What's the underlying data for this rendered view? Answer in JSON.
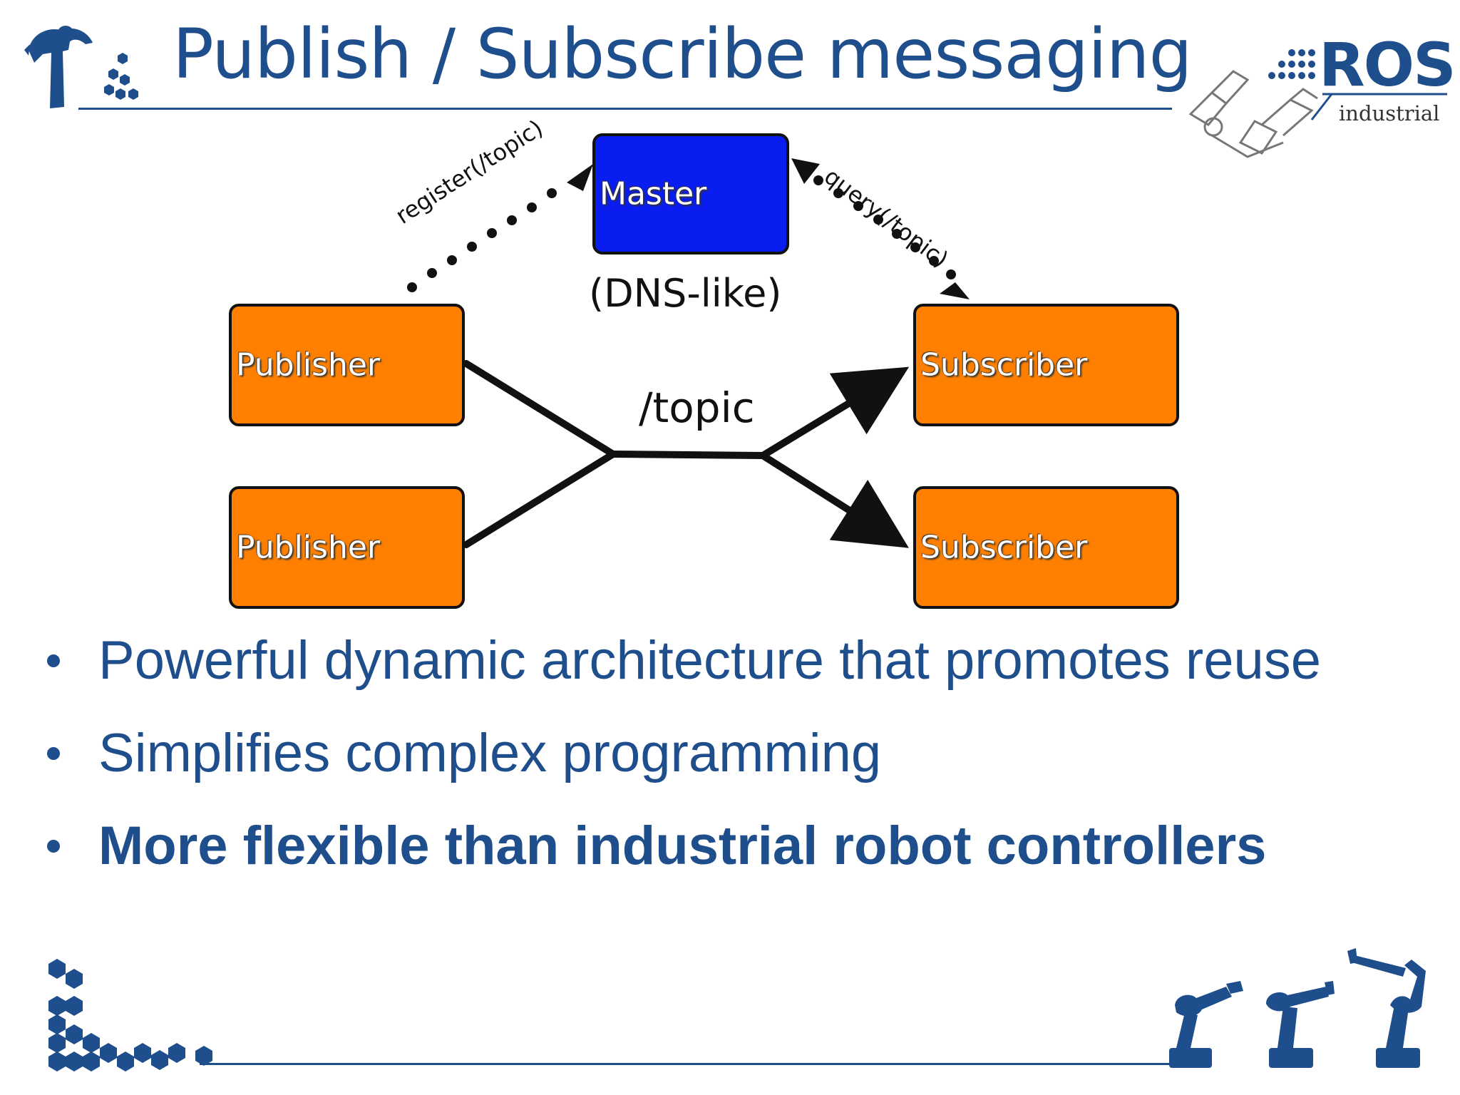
{
  "slide": {
    "title": "Publish / Subscribe messaging",
    "logo": {
      "text": "ROS",
      "subtitle": "industrial"
    }
  },
  "diagram": {
    "master": {
      "label": "Master",
      "note": "(DNS-like)"
    },
    "publishers": [
      {
        "label": "Publisher"
      },
      {
        "label": "Publisher"
      }
    ],
    "subscribers": [
      {
        "label": "Subscriber"
      },
      {
        "label": "Subscriber"
      }
    ],
    "topic": "/topic",
    "register_label": "register(/topic)",
    "query_label": "query(/topic)"
  },
  "bullets": [
    {
      "text": "Powerful dynamic architecture that promotes reuse"
    },
    {
      "text": "Simplifies complex programming"
    },
    {
      "text": "More flexible than industrial robot controllers"
    }
  ],
  "colors": {
    "title": "#1f4e8c",
    "node_orange": "#ff8000",
    "master_blue": "#0a1df0"
  },
  "icons": [
    "robot-arm-logo-icon",
    "hex-cluster-icon",
    "industrial-robot-icon"
  ]
}
